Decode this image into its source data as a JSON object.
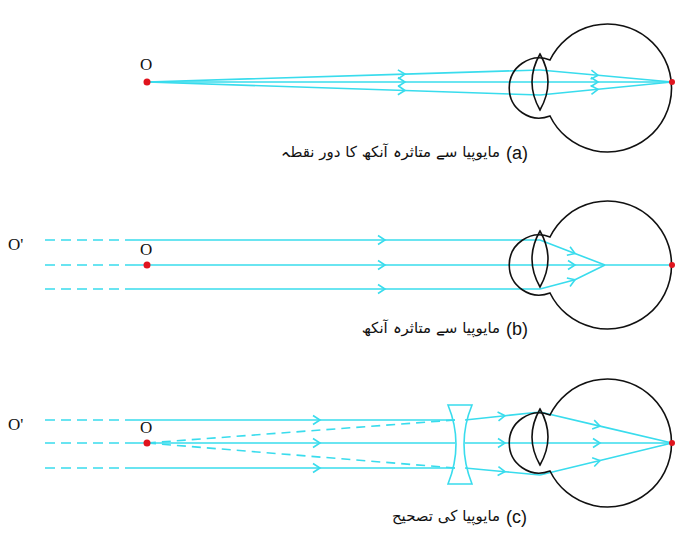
{
  "diagram": {
    "labels": [
      "O",
      "مایوپیا سے متاثرہ آنکھ کا دور نقطہ",
      "(a)",
      "O'",
      "O",
      "مایوپیا سے متاثرہ آنکھ",
      "(b)",
      "O'",
      "O",
      "مایوپیا کی تصحیح",
      "(c)"
    ]
  }
}
